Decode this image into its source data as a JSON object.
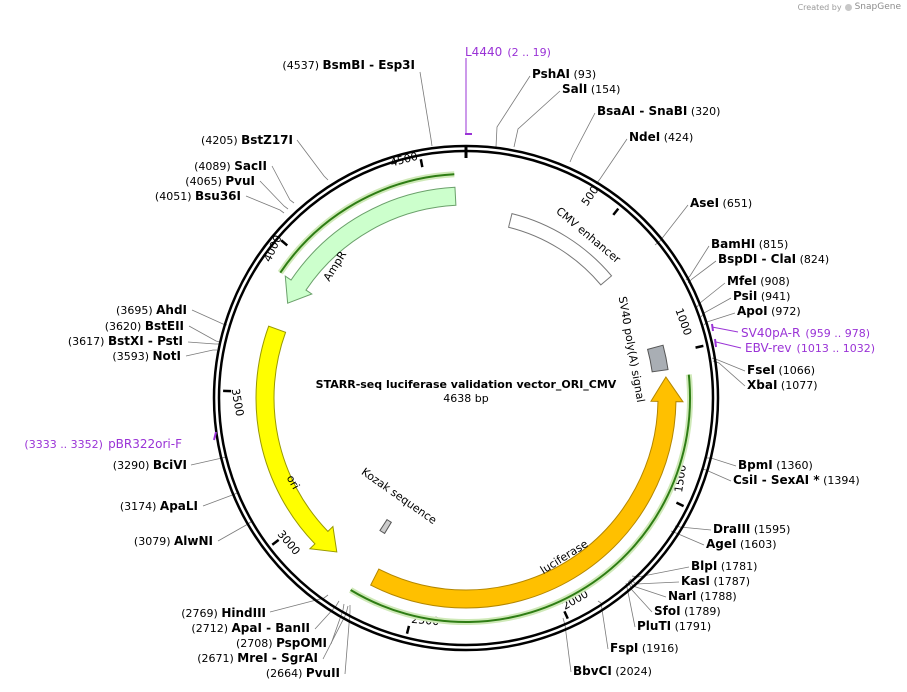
{
  "credit": {
    "prefix": "Created by",
    "brand": "SnapGene"
  },
  "map": {
    "title": "STARR-seq luciferase validation vector_ORI_CMV",
    "length_label": "4638 bp",
    "length": 4638
  },
  "ticks": [
    "500",
    "1000",
    "1500",
    "2000",
    "2500",
    "3000",
    "3500",
    "4000",
    "4500"
  ],
  "features": [
    {
      "name": "CMV enhancer",
      "type": "box",
      "color": "#ffffff"
    },
    {
      "name": "SV40 poly(A) signal",
      "type": "box",
      "color": "#a9aeb4"
    },
    {
      "name": "luciferase",
      "type": "arrow",
      "color": "#ffc000"
    },
    {
      "name": "Kozak sequence",
      "type": "box",
      "color": "#cccccc"
    },
    {
      "name": "ori",
      "type": "arrow",
      "color": "#ffff00"
    },
    {
      "name": "AmpR",
      "type": "arrow",
      "color": "#ccffcc"
    }
  ],
  "primers": [
    {
      "name": "L4440",
      "range": "(2 .. 19)"
    },
    {
      "name": "SV40pA-R",
      "range": "(959 .. 978)"
    },
    {
      "name": "EBV-rev",
      "range": "(1013 .. 1032)"
    },
    {
      "name": "pBR322ori-F",
      "range": "(3333 .. 3352)"
    }
  ],
  "sites": [
    {
      "name": "PshAI",
      "pos": "(93)"
    },
    {
      "name": "SalI",
      "pos": "(154)"
    },
    {
      "name": "BsaAI",
      "name2": "SnaBI",
      "pos": "(320)"
    },
    {
      "name": "NdeI",
      "pos": "(424)"
    },
    {
      "name": "AseI",
      "pos": "(651)"
    },
    {
      "name": "BamHI",
      "pos": "(815)"
    },
    {
      "name": "BspDI",
      "name2": "ClaI",
      "pos": "(824)"
    },
    {
      "name": "MfeI",
      "pos": "(908)"
    },
    {
      "name": "PsiI",
      "pos": "(941)"
    },
    {
      "name": "ApoI",
      "pos": "(972)"
    },
    {
      "name": "FseI",
      "pos": "(1066)"
    },
    {
      "name": "XbaI",
      "pos": "(1077)"
    },
    {
      "name": "BpmI",
      "pos": "(1360)"
    },
    {
      "name": "CsiI",
      "name2": "SexAI *",
      "pos": "(1394)"
    },
    {
      "name": "DraIII",
      "pos": "(1595)"
    },
    {
      "name": "AgeI",
      "pos": "(1603)"
    },
    {
      "name": "BlpI",
      "pos": "(1781)"
    },
    {
      "name": "KasI",
      "pos": "(1787)"
    },
    {
      "name": "NarI",
      "pos": "(1788)"
    },
    {
      "name": "SfoI",
      "pos": "(1789)"
    },
    {
      "name": "PluTI",
      "pos": "(1791)"
    },
    {
      "name": "FspI",
      "pos": "(1916)"
    },
    {
      "name": "BbvCI",
      "pos": "(2024)"
    },
    {
      "name": "PvuII",
      "pos": "(2664)"
    },
    {
      "name": "MreI",
      "name2": "SgrAI",
      "pos": "(2671)"
    },
    {
      "name": "PspOMI",
      "pos": "(2708)"
    },
    {
      "name": "ApaI",
      "name2": "BanII",
      "pos": "(2712)"
    },
    {
      "name": "HindIII",
      "pos": "(2769)"
    },
    {
      "name": "AlwNI",
      "pos": "(3079)"
    },
    {
      "name": "ApaLI",
      "pos": "(3174)"
    },
    {
      "name": "BciVI",
      "pos": "(3290)"
    },
    {
      "name": "NotI",
      "pos": "(3593)"
    },
    {
      "name": "BstXI",
      "name2": "PstI",
      "pos": "(3617)"
    },
    {
      "name": "BstEII",
      "pos": "(3620)"
    },
    {
      "name": "AhdI",
      "pos": "(3695)"
    },
    {
      "name": "Bsu36I",
      "pos": "(4051)"
    },
    {
      "name": "PvuI",
      "pos": "(4065)"
    },
    {
      "name": "SacII",
      "pos": "(4089)"
    },
    {
      "name": "BstZ17I",
      "pos": "(4205)"
    },
    {
      "name": "BsmBI",
      "name2": "Esp3I",
      "pos": "(4537)"
    }
  ]
}
